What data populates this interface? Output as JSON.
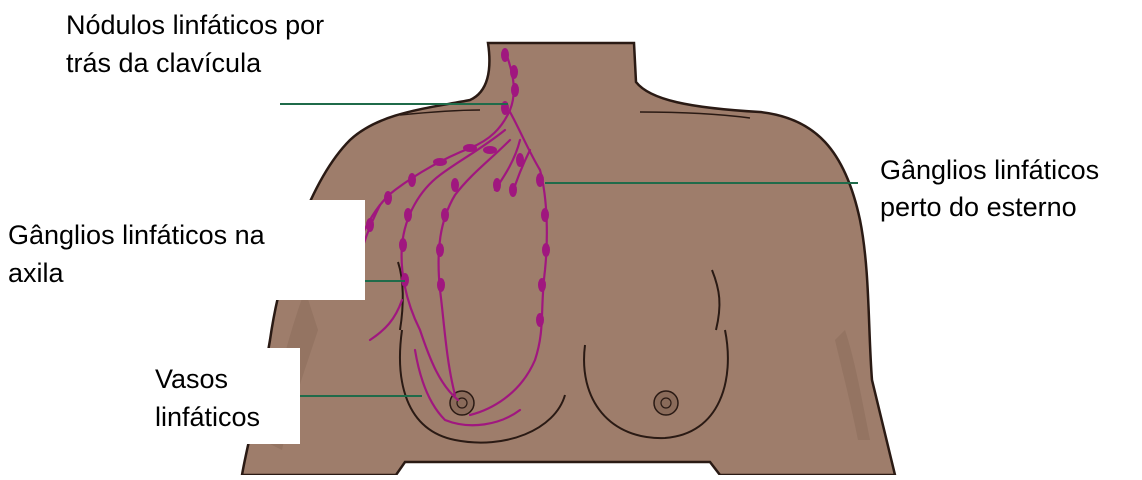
{
  "labels": {
    "clavicle_line1": "Nódulos linfáticos por",
    "clavicle_line2": "trás da clavícula",
    "sternum_line1": "Gânglios linfáticos",
    "sternum_line2": "perto do esterno",
    "axilla_line1": "Gânglios linfáticos na",
    "axilla_line2": "axila",
    "vessels_line1": "Vasos",
    "vessels_line2": "linfáticos"
  },
  "colors": {
    "skin": "#9E7D6B",
    "skin_shadow": "#8A6B5A",
    "outline": "#2A1A14",
    "lymph": "#A0177F",
    "leader_line": "#1F6B4A",
    "label_background": "#FFFFFF"
  }
}
